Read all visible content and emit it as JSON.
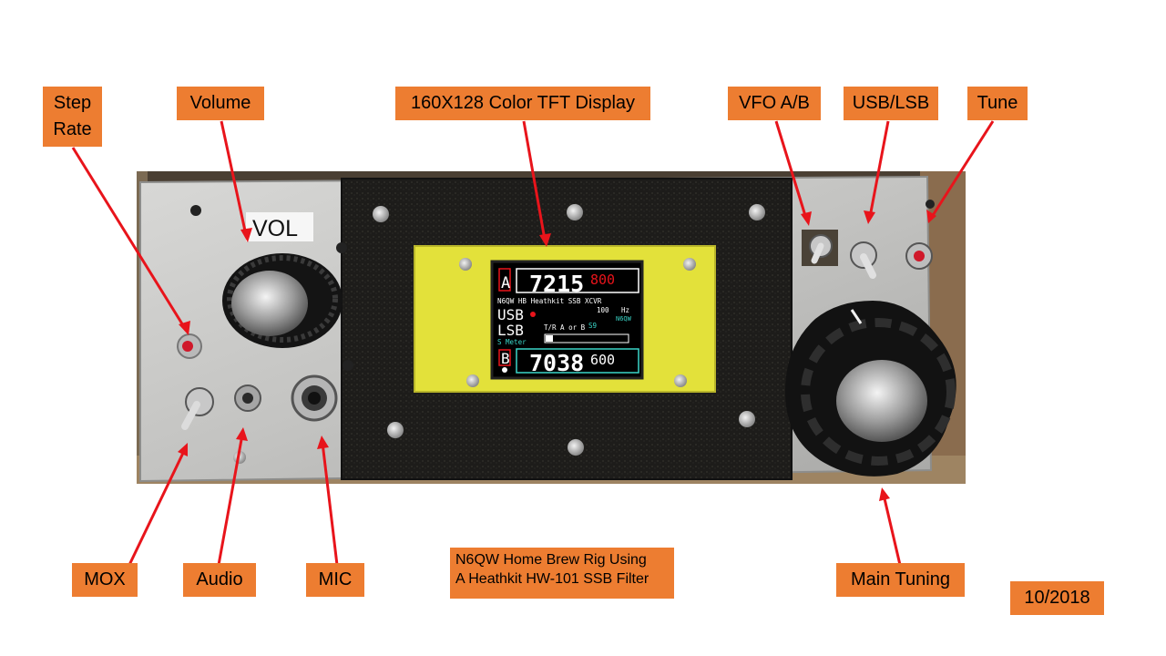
{
  "callouts": {
    "step_rate": "Step Rate",
    "volume": "Volume",
    "display": "160X128 Color TFT Display",
    "vfo_ab": "VFO A/B",
    "usb_lsb": "USB/LSB",
    "tune": "Tune",
    "mox": "MOX",
    "audio": "Audio",
    "mic": "MIC",
    "main_tuning": "Main Tuning"
  },
  "caption": {
    "line1": "N6QW Home Brew Rig Using",
    "line2": "A Heathkit HW-101 SSB Filter"
  },
  "date": "10/2018",
  "panel": {
    "vol_label": "VOL"
  },
  "tft": {
    "vfo_a_letter": "A",
    "vfo_a_freq_main": "7215",
    "vfo_a_freq_sub": "800",
    "title_line": "N6QW HB Heathkit SSB XCVR",
    "step": "100",
    "step_unit": "Hz",
    "callsign": "N6QW",
    "mode_usb": "USB",
    "mode_lsb": "LSB",
    "tr_label": "T/R A or B",
    "s_reading": "S9",
    "s_meter_label": "S Meter",
    "vfo_b_letter": "B",
    "vfo_b_freq_main": "7038",
    "vfo_b_freq_sub": "600"
  },
  "colors": {
    "callout": "#ed7d31",
    "arrow": "#e8141b",
    "tft_accent": "#e8141b",
    "tft_cyan": "#3ad6c8"
  }
}
